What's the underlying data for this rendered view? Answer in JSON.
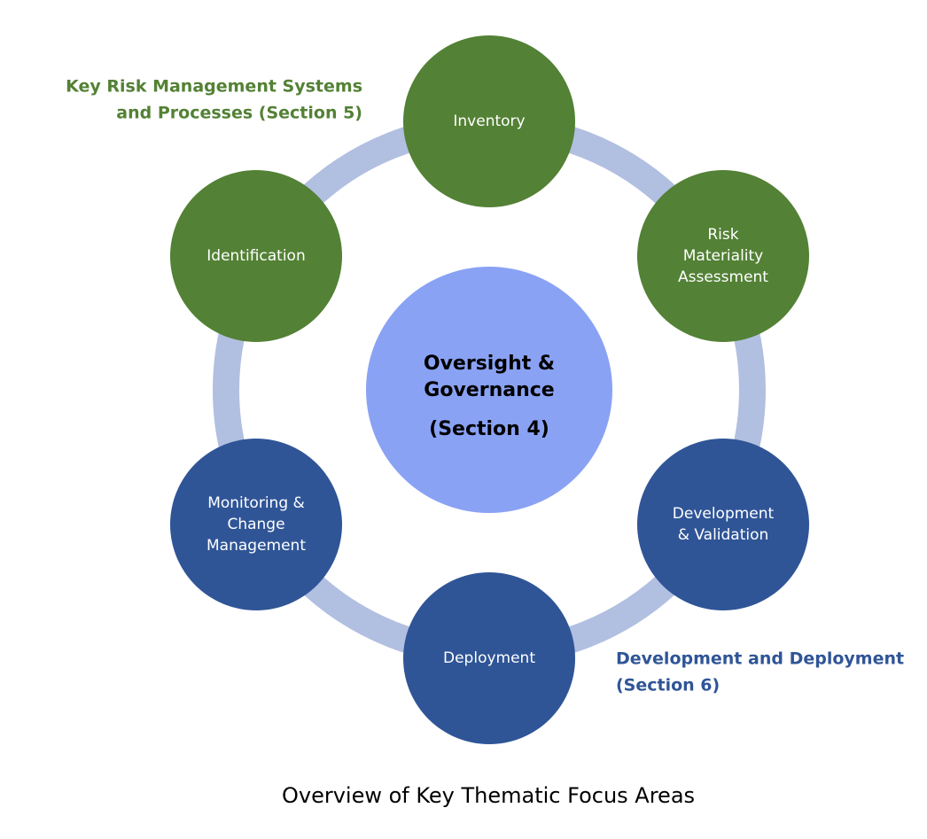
{
  "center": {
    "lines": [
      "Oversight &",
      "Governance",
      "(Section 4)"
    ]
  },
  "nodes": [
    {
      "id": "inventory",
      "lines": [
        "Inventory"
      ],
      "group": "green"
    },
    {
      "id": "risk-materiality-assessment",
      "lines": [
        "Risk",
        "Materiality",
        "Assessment"
      ],
      "group": "green"
    },
    {
      "id": "development-validation",
      "lines": [
        "Development",
        "& Validation"
      ],
      "group": "blue"
    },
    {
      "id": "deployment",
      "lines": [
        "Deployment"
      ],
      "group": "blue"
    },
    {
      "id": "monitoring-change-management",
      "lines": [
        "Monitoring &",
        "Change",
        "Management"
      ],
      "group": "blue"
    },
    {
      "id": "identification",
      "lines": [
        "Identification"
      ],
      "group": "green"
    }
  ],
  "groups": {
    "green": {
      "lines": [
        "Key Risk Management Systems",
        "and Processes (Section 5)"
      ],
      "color": "#538135"
    },
    "blue": {
      "lines": [
        "Development and Deployment",
        "(Section 6)"
      ],
      "color": "#2f5597"
    }
  },
  "colors": {
    "ring": "#b1bfe1",
    "center": "#8aa2f4",
    "green": "#538135",
    "blue": "#2f5597"
  },
  "caption": "Overview of Key Thematic Focus Areas"
}
